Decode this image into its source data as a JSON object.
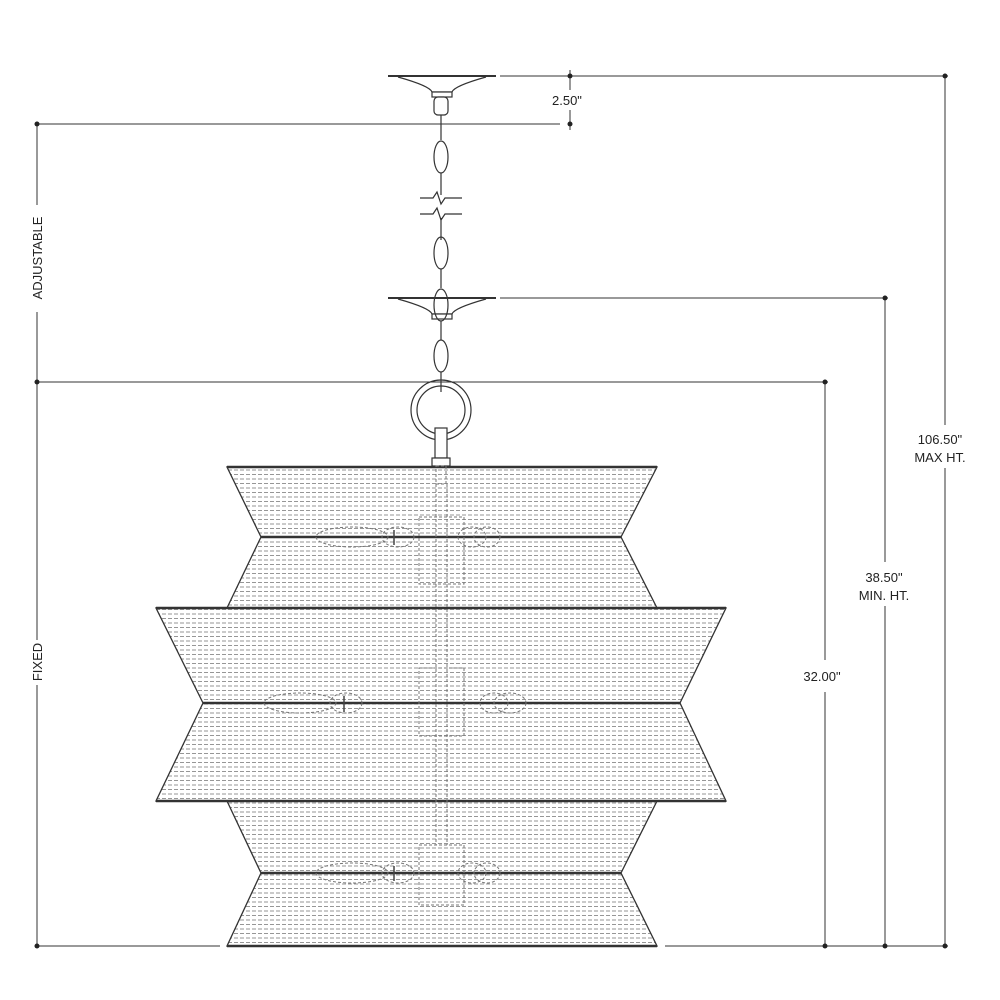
{
  "drawing": {
    "labels": {
      "canopy_height": "2.50\"",
      "adjustable": "ADJUSTABLE",
      "fixed": "FIXED",
      "max_height_value": "106.50\"",
      "max_height_label": "MAX HT.",
      "min_height_value": "38.50\"",
      "min_height_label": "MIN. HT.",
      "fixture_height": "32.00\""
    },
    "colors": {
      "line": "#333333",
      "hatch": "#888888",
      "hidden": "#777777"
    }
  }
}
